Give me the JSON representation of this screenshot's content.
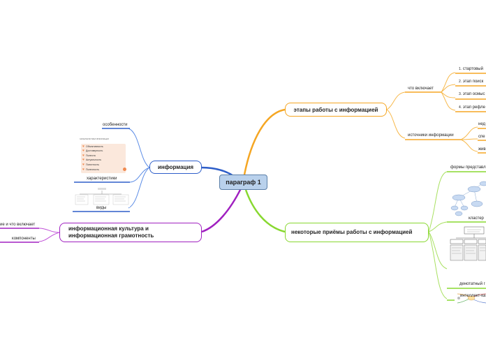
{
  "central": {
    "label": "параграф 1"
  },
  "branches": {
    "info": {
      "label": "информация",
      "children": {
        "features": "особенности",
        "characteristics": "характеристики",
        "types": "виды"
      },
      "thumb_title": "ХАРАКТЕРИСТИКИ ИНФОРМАЦИИ",
      "thumb_items": [
        "Объективность",
        "Достоверность",
        "Полнота",
        "Актуальность",
        "Понятность",
        "Полезность"
      ]
    },
    "culture": {
      "label": "информационная культура и информационная грамотность",
      "children": {
        "what_includes": "ие и что включает",
        "components": "компоненты"
      }
    },
    "stages": {
      "label": "этапы работы с информацией",
      "includes": {
        "label": "что включает",
        "items": [
          {
            "num": "1.",
            "text": "стартовый"
          },
          {
            "num": "2.",
            "text": "этап поиск"
          },
          {
            "num": "3.",
            "text": "этап осмыс"
          },
          {
            "num": "4.",
            "text": "этап рефле"
          }
        ]
      },
      "sources": {
        "label": "источники информации",
        "items": [
          "нед",
          "спе",
          "жив"
        ]
      }
    },
    "methods": {
      "label": "некоторые приёмы работы с информацией",
      "children": {
        "forms": "формы представл",
        "cluster": "кластер",
        "denotative": "денотатный г",
        "intellect": "интеллект-ка"
      }
    }
  },
  "colors": {
    "central_fill": "#b9d1ec",
    "central_border": "#5b7fa8",
    "info_branch": "#2e5ec9",
    "culture_branch": "#a020c0",
    "stages_branch": "#f5a623",
    "methods_branch": "#88d830"
  }
}
